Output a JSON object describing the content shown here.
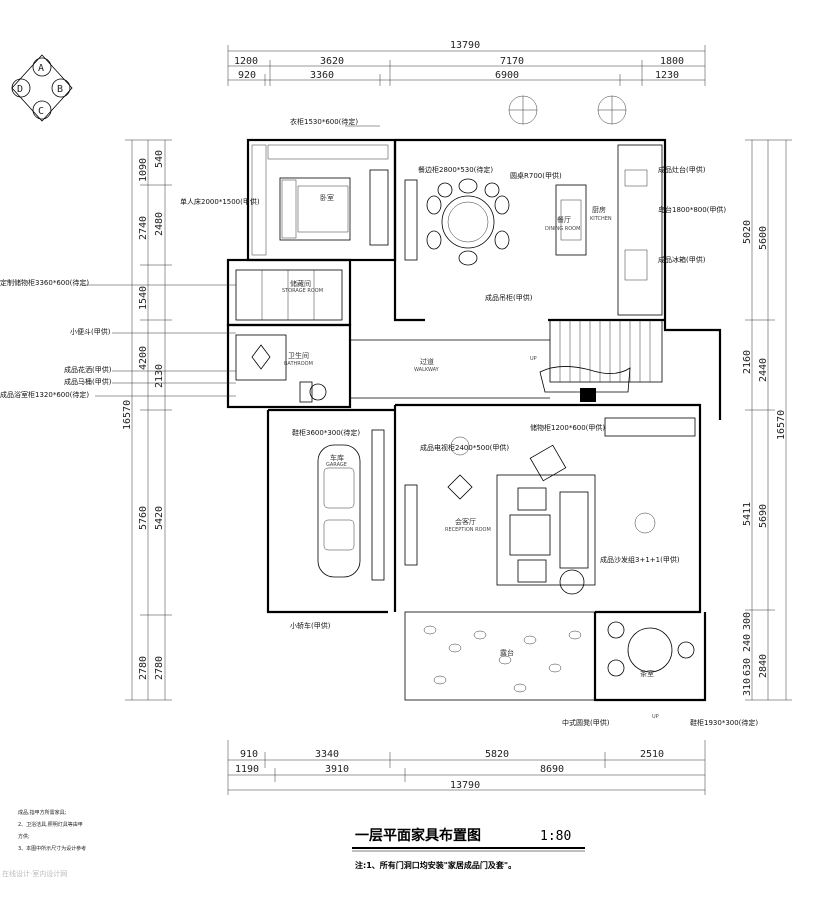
{
  "compass": [
    "A",
    "B",
    "C",
    "D"
  ],
  "dims": {
    "top_total": "13790",
    "top_row1": [
      "1200",
      "3620",
      "7170",
      "1800"
    ],
    "top_row2": [
      "920",
      "3360",
      "6900",
      "1230"
    ],
    "bottom_row1": [
      "910",
      "3340",
      "5820",
      "2510"
    ],
    "bottom_row2": [
      "1190",
      "3910",
      "8690"
    ],
    "bottom_total": "13790",
    "left_outer": [
      "1090",
      "2740",
      "1540",
      "4200",
      "5760",
      "2780"
    ],
    "left_inner": [
      "540",
      "2480",
      "2130",
      "5420",
      "2780"
    ],
    "left_total": "16570",
    "right_outer": [
      "5600",
      "2440",
      "5690",
      "2840"
    ],
    "right_inner": [
      "5020",
      "2160",
      "5411",
      "300",
      "240",
      "630",
      "310"
    ],
    "right_total": "16570"
  },
  "rooms": {
    "dining": "餐厅",
    "dining_en": "DINING ROOM",
    "kitchen": "厨房",
    "kitchen_en": "KITCHEN",
    "bedroom": "卧室",
    "storage": "储藏间",
    "storage_en": "STORAGE ROOM",
    "bathroom": "卫生间",
    "bathroom_en": "BATHROOM",
    "hall": "过道",
    "hall_en": "WALKWAY",
    "garage": "车库",
    "garage_en": "GARAGE",
    "living": "会客厅",
    "living_en": "RECEPTION ROOM",
    "terrace": "露台",
    "tea": "茶室"
  },
  "annotations": {
    "a1": "衣柜1530*600(待定)",
    "a2": "餐边柜2800*530(待定)",
    "a3": "圆桌R700(甲供)",
    "a4": "成品吊柜(甲供)",
    "a5": "单人床2000*1500(甲供)",
    "a6": "岛台1800*800(甲供)",
    "a7": "成品灶台(甲供)",
    "a8": "成品冰箱(甲供)",
    "a9": "定制储物柜3360*600(待定)",
    "a10": "小便斗(甲供)",
    "a11": "成品花洒(甲供)",
    "a12": "成品马桶(甲供)",
    "a13": "成品浴室柜1320*600(待定)",
    "a14": "鞋柜3600*300(待定)",
    "a15": "成品电视柜2400*500(甲供)",
    "a16": "储物柜1200*600(甲供)",
    "a17": "成品沙发组3+1+1(甲供)",
    "a18": "小轿车(甲供)",
    "a19": "中式圆凳(甲供)",
    "a20": "鞋柜1930*300(待定)",
    "up1": "UP",
    "up2": "UP"
  },
  "legend": [
    "成品,指甲方所需家具;",
    "2、卫浴洁具,照明灯具等由甲",
    "方供;",
    "3、本图中所示尺寸为设计参考"
  ],
  "title": "一层平面家具布置图",
  "scale": "1:80",
  "note": "注:1、所有门洞口均安装\"家居成品门及套\"。",
  "watermark": "在线设计·室内设计网"
}
